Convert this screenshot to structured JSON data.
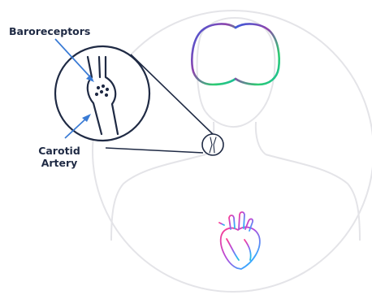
{
  "labels": {
    "baroreceptors": "Baroreceptors",
    "carotid_line1": "Carotid",
    "carotid_line2": "Artery"
  },
  "colors": {
    "outline_gray": "#e4e4e8",
    "ink": "#1f2a44",
    "arrow_blue": "#3a7bd5",
    "brain_gradient": [
      "#3b5bdb",
      "#8e44ad",
      "#2ecc71",
      "#1abc9c"
    ],
    "heart_gradient": [
      "#ff3c8e",
      "#b24bdc",
      "#39a7ff",
      "#21c7d8"
    ]
  },
  "icons": [
    "brain-icon",
    "heart-icon",
    "carotid-artery-icon",
    "baroreceptor-cluster-icon"
  ]
}
